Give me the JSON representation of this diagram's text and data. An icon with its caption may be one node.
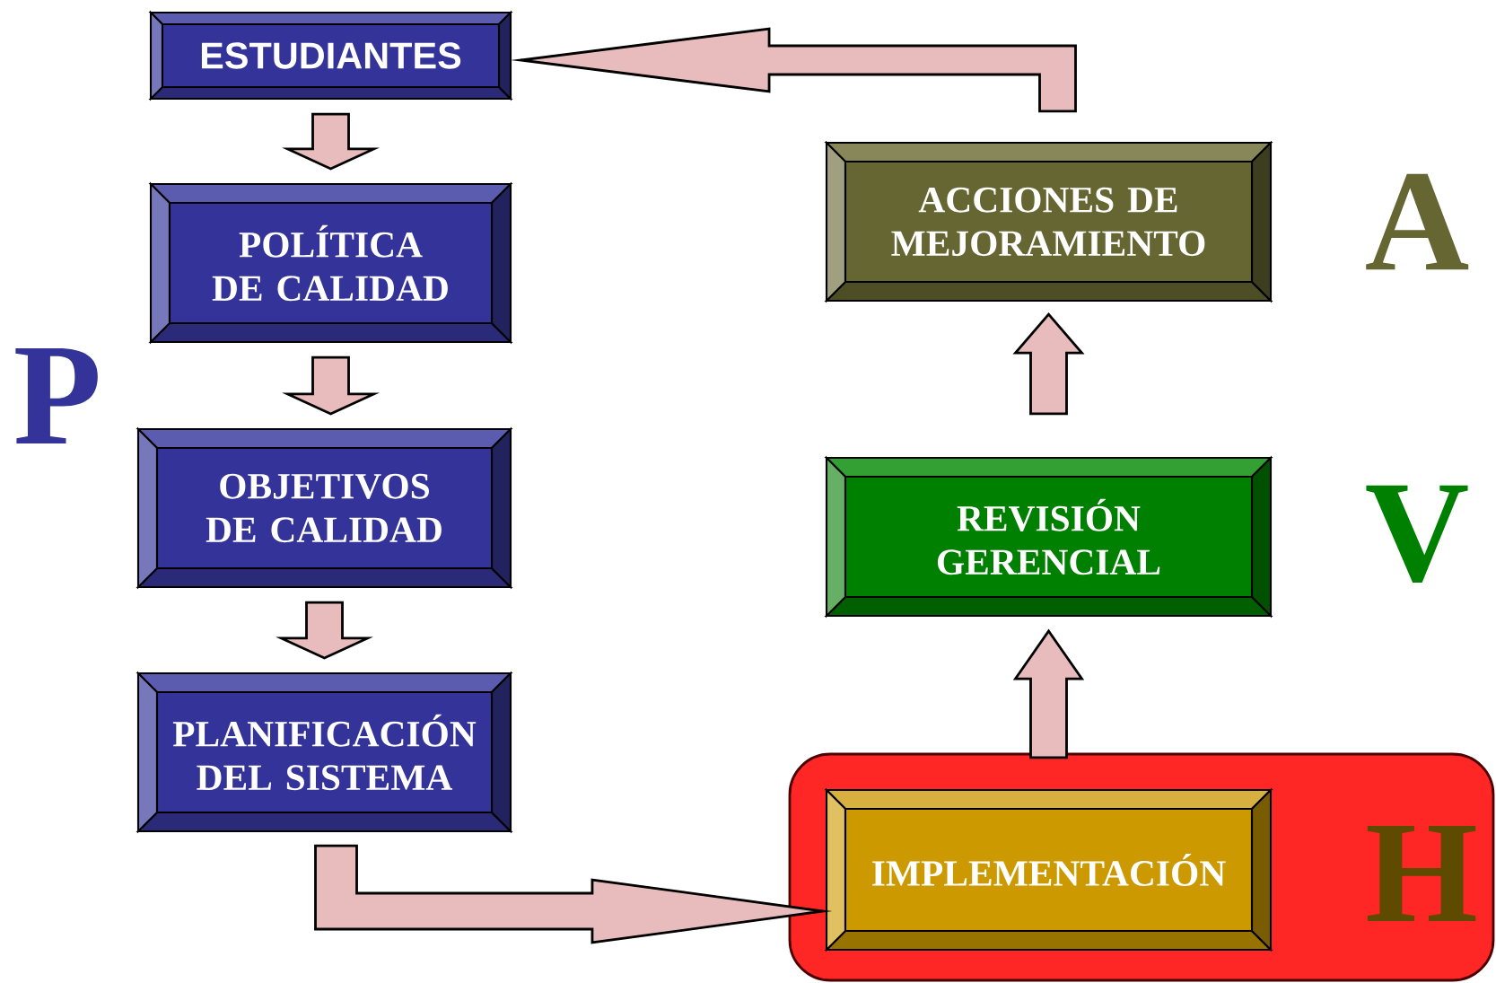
{
  "diagram": {
    "nodes": [
      {
        "text": [
          "ESTUDIANTES"
        ]
      },
      {
        "text": [
          "POLÍTICA DE CALIDAD"
        ]
      },
      {
        "text": [
          "OBJETIVOS DE CALIDAD"
        ]
      },
      {
        "text": [
          "PLANIFICACIÓN DEL SISTEMA"
        ]
      },
      {
        "text": [],
        "shape": "box"
      },
      {
        "text": [
          "IMPLEMENTACIÓN"
        ],
        "in": 4
      },
      {
        "text": [
          "REVISIÓN GERENCIAL"
        ]
      },
      {
        "text": [
          "ACCIONES DE MEJORAMIENTO"
        ]
      }
    ],
    "edges": [
      {
        "from": 0,
        "to": 1,
        "arrow": "to"
      },
      {
        "from": 1,
        "to": 2,
        "arrow": "to"
      },
      {
        "from": 2,
        "to": 3,
        "arrow": "to"
      },
      {
        "from": 3,
        "to": 5,
        "arrow": "to"
      },
      {
        "from": 5,
        "to": 6,
        "arrow": "to"
      },
      {
        "from": 6,
        "to": 7,
        "arrow": "to"
      },
      {
        "from": 7,
        "to": 0,
        "arrow": "to"
      }
    ],
    "labels": [
      "P",
      "A",
      "V",
      "H"
    ]
  }
}
